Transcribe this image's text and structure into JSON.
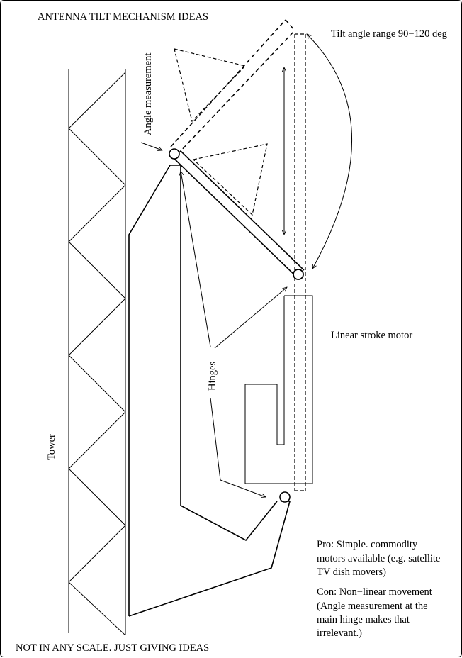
{
  "diagram": {
    "title": "ANTENNA TILT MECHANISM IDEAS",
    "footer": "NOT IN ANY SCALE. JUST GIVING IDEAS",
    "labels": {
      "tilt_range": "Tilt angle range 90−120 deg",
      "angle_measurement": "Angle measurement",
      "linear_motor": "Linear stroke motor",
      "hinges": "Hinges",
      "tower": "Tower"
    },
    "notes": {
      "pro": [
        "Pro: Simple. commodity",
        "motors available (e.g. satellite",
        "TV dish movers)"
      ],
      "con": [
        "Con: Non−linear movement",
        "(Angle measurement at the",
        "main hinge makes that",
        "irrelevant.)"
      ]
    },
    "colors": {
      "ink": "#000000",
      "background": "#ffffff"
    }
  }
}
